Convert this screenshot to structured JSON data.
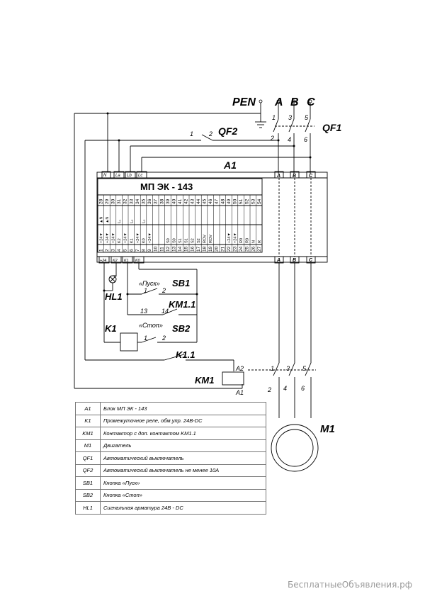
{
  "labels": {
    "pen": "PEN",
    "phase_a": "A",
    "phase_b": "B",
    "phase_c": "C",
    "qf1": "QF1",
    "qf2": "QF2",
    "qf2_pin1": "1",
    "qf2_pin2": "2",
    "qf1_pins_top": [
      "1",
      "3",
      "5"
    ],
    "qf1_pins_bottom": [
      "2",
      "4",
      "6"
    ],
    "a1": "A1",
    "block_title": "МП ЭК - 143",
    "top_terminals": [
      "N",
      "La",
      "Lb",
      "Lc"
    ],
    "phase_terminals": [
      "A",
      "B",
      "C"
    ],
    "bottom_terminals": [
      "+24",
      "K2",
      "K1",
      "K0"
    ],
    "upper_numbers": [
      "28",
      "29",
      "30",
      "31",
      "32",
      "33",
      "34",
      "35",
      "36",
      "37",
      "38",
      "39",
      "40",
      "41",
      "42",
      "43",
      "44",
      "45",
      "46",
      "47",
      "48",
      "49",
      "50",
      "51",
      "52",
      "53",
      "54"
    ],
    "lower_numbers": [
      "1",
      "2",
      "3",
      "4",
      "5",
      "6",
      "7",
      "8",
      "9",
      "10",
      "11",
      "12",
      "13",
      "14",
      "15",
      "16",
      "17",
      "18",
      "19",
      "20",
      "21",
      "22",
      "23",
      "24",
      "25",
      "26",
      "27"
    ],
    "upper_marks": [
      "▲N",
      "▲N",
      "",
      "L₁",
      "",
      "L₂",
      "",
      "L₃",
      "",
      "",
      "",
      "",
      "",
      "",
      "",
      "",
      "",
      "",
      "",
      "",
      "",
      "",
      "",
      "",
      "",
      "",
      ""
    ],
    "lower_marks": [
      "+24▼",
      "+24▼",
      "+24▼",
      "K2",
      "+24▼",
      "K1",
      "+24▼",
      "K0",
      "+24▼",
      "",
      "",
      "S0",
      "S0",
      "S1",
      "S1",
      "S2",
      "S2",
      "ROV",
      "ROV",
      "",
      "",
      "+24▼",
      "+24▼",
      "R0",
      "R0",
      "N",
      "R"
    ],
    "pusk_caption": "«Пуск»",
    "sb1": "SB1",
    "sb1_pin1": "1",
    "sb1_pin2": "2",
    "hl1": "HL1",
    "km11": "KM1.1",
    "km11_pin13": "13",
    "km11_pin14": "14",
    "k1": "K1",
    "stop_caption": "«Стоп»",
    "sb2": "SB2",
    "sb2_pin1": "1",
    "sb2_pin2": "2",
    "k11": "K1.1",
    "km1": "KM1",
    "km1_a2": "A2",
    "km1_a1": "A1",
    "km1_pins_top": [
      "1",
      "3",
      "5"
    ],
    "km1_pins_bottom": [
      "2",
      "4",
      "6"
    ],
    "m1": "M1"
  },
  "legend": [
    {
      "code": "A1",
      "text": "Блок МП ЭК - 143"
    },
    {
      "code": "K1",
      "text": "Промежуточное реле, обм.упр. 24В-DC"
    },
    {
      "code": "KM1",
      "text": "Контактор с доп. контактом KM1.1"
    },
    {
      "code": "M1",
      "text": "Двигатель"
    },
    {
      "code": "QF1",
      "text": "Автоматический выключатель"
    },
    {
      "code": "QF2",
      "text": "Автоматический выключатель не менее 10А"
    },
    {
      "code": "SB1",
      "text": "Кнопка «Пуск»"
    },
    {
      "code": "SB2",
      "text": "Кнопка «Стоп»"
    },
    {
      "code": "HL1",
      "text": "Сигнальная арматура 24В - DC"
    }
  ],
  "watermark": "БесплатныеОбъявления.рф"
}
